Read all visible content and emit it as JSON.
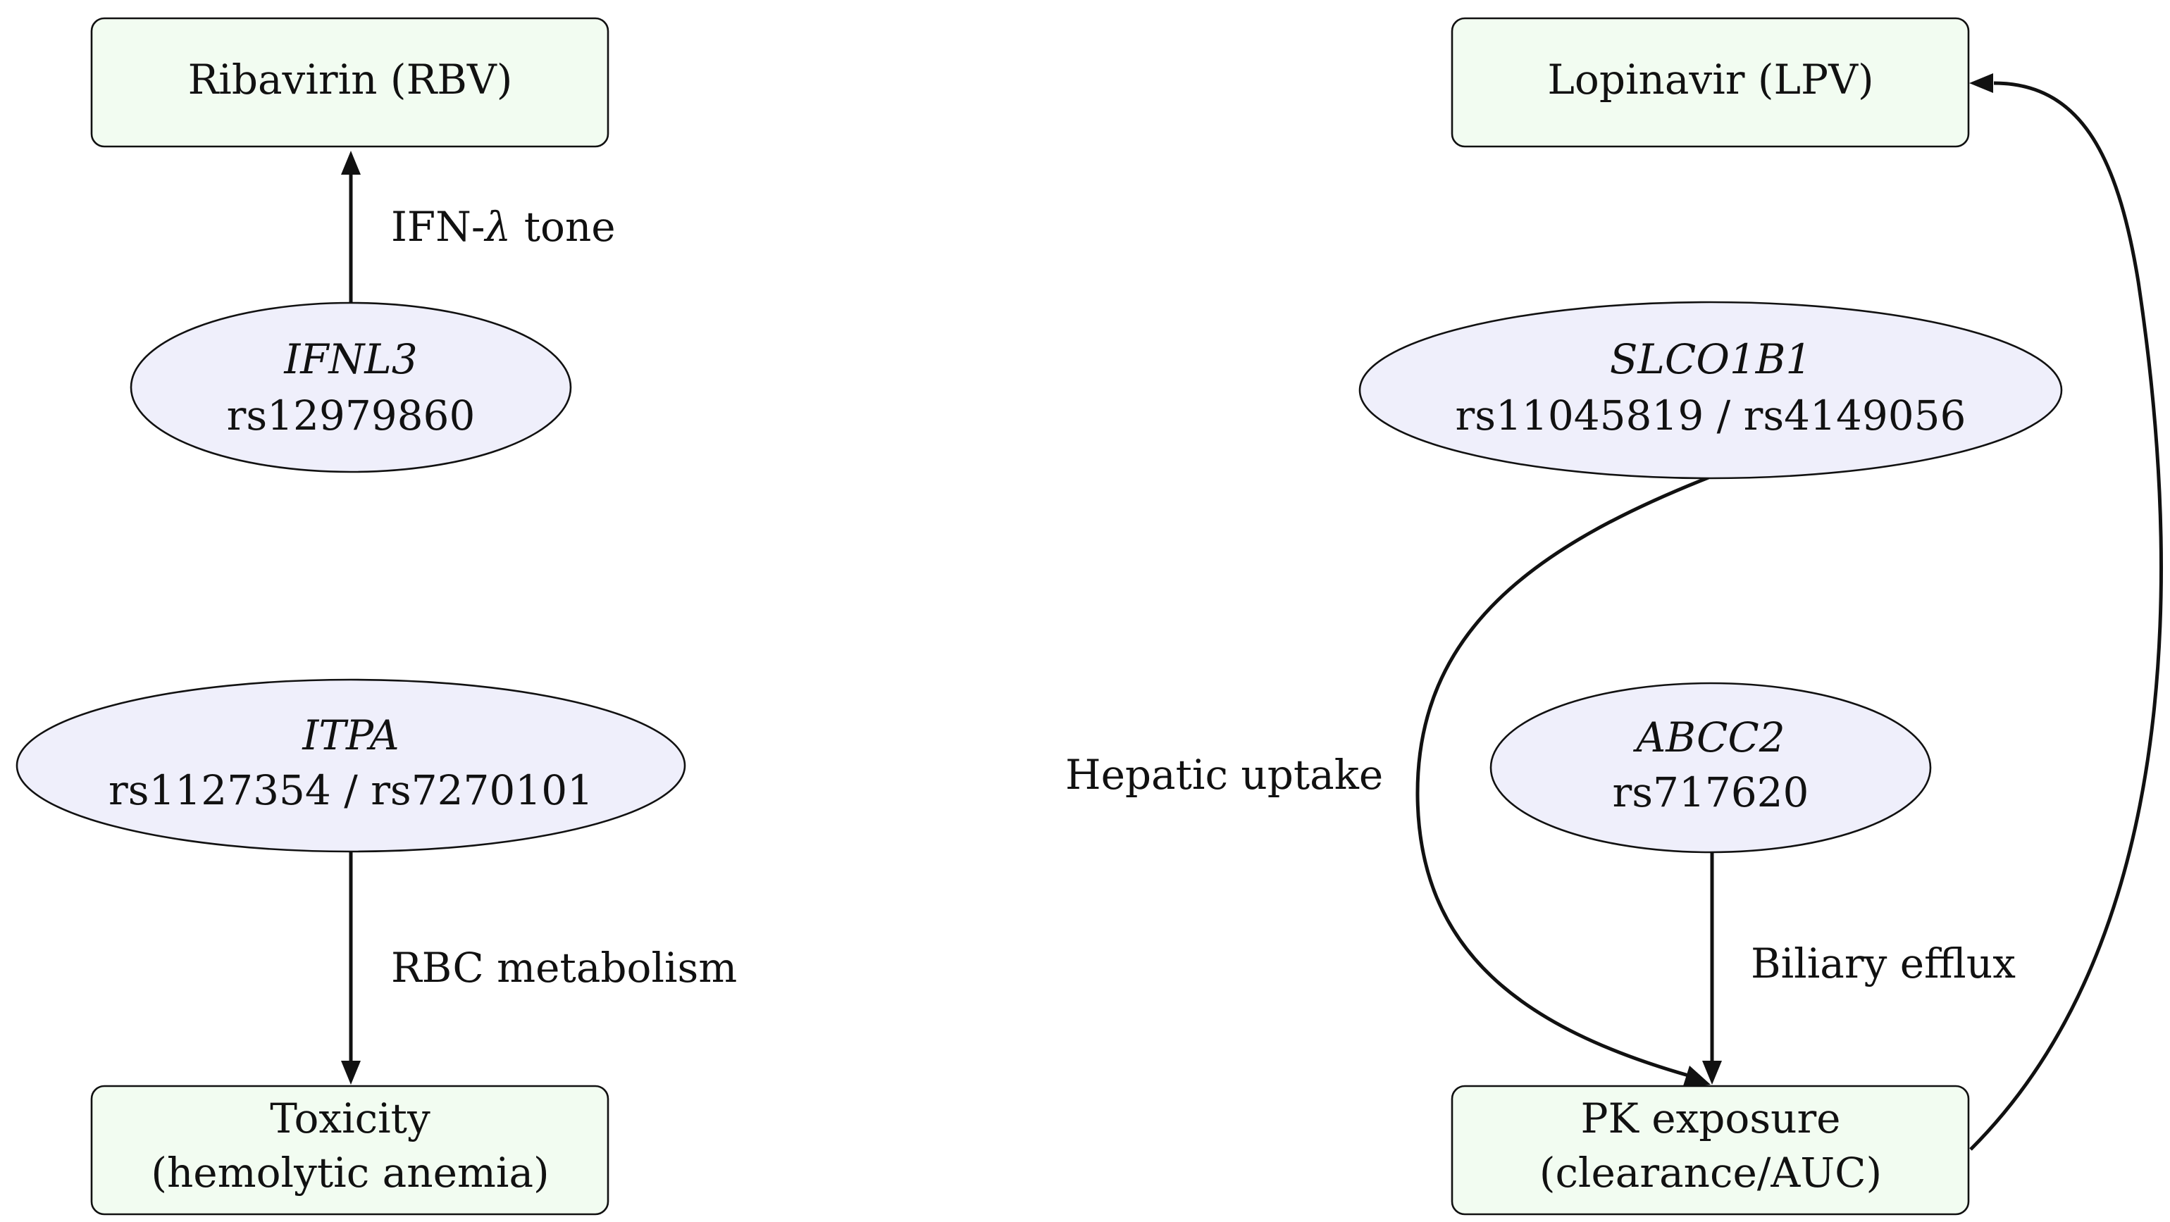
{
  "drugs": {
    "ribavirin": {
      "label": "Ribavirin (RBV)"
    },
    "lopinavir": {
      "label": "Lopinavir (LPV)"
    }
  },
  "outcomes": {
    "toxicity": {
      "line1": "Toxicity",
      "line2": "(hemolytic anemia)"
    },
    "pk": {
      "line1": "PK exposure",
      "line2": "(clearance/AUC)"
    }
  },
  "genes": {
    "ifnl3": {
      "gene": "IFNL3",
      "snps": "rs12979860"
    },
    "itpa": {
      "gene": "ITPA",
      "snps": "rs1127354 / rs7270101"
    },
    "slco1b1": {
      "gene": "SLCO1B1",
      "snps": "rs11045819 / rs4149056"
    },
    "abcc2": {
      "gene": "ABCC2",
      "snps": "rs717620"
    }
  },
  "edges": {
    "ifn_lambda": {
      "prefix": "IFN-",
      "symbol": "λ",
      "suffix": " tone"
    },
    "rbc_metabolism": {
      "label": "RBC metabolism"
    },
    "hepatic_uptake": {
      "label": "Hepatic uptake"
    },
    "biliary_efflux": {
      "label": "Biliary efflux"
    }
  },
  "colors": {
    "box_fill": "#f2fcf1",
    "ellipse_fill": "#efeffb",
    "stroke": "#111111"
  }
}
